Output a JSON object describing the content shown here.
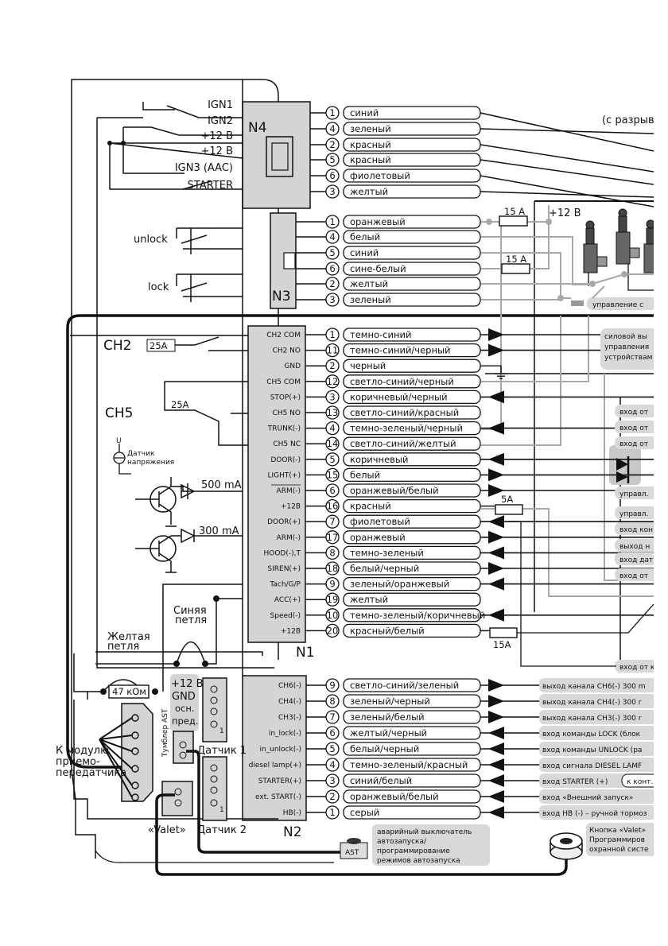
{
  "colors": {
    "block": "#d4d4d4",
    "wire": "#111111",
    "grey_wire": "#a8a8a8",
    "label_bg": "#d8d8d8"
  },
  "top_note": "(с разрыв",
  "n4": {
    "name": "N4",
    "left_labels": [
      "IGN1",
      "IGN2",
      "+12 B",
      "+12 B",
      "IGN3 (AAC)",
      "STARTER"
    ],
    "pins": [
      {
        "num": "1",
        "color": "синий"
      },
      {
        "num": "4",
        "color": "зеленый"
      },
      {
        "num": "2",
        "color": "красный"
      },
      {
        "num": "5",
        "color": "красный"
      },
      {
        "num": "6",
        "color": "фиолетовый"
      },
      {
        "num": "3",
        "color": "желтый"
      }
    ]
  },
  "n3": {
    "name": "N3",
    "left_labels": {
      "unlock": "unlock",
      "lock": "lock"
    },
    "pins": [
      {
        "num": "1",
        "color": "оранжевый"
      },
      {
        "num": "4",
        "color": "белый"
      },
      {
        "num": "5",
        "color": "синий"
      },
      {
        "num": "6",
        "color": "сине-белый"
      },
      {
        "num": "2",
        "color": "желтый"
      },
      {
        "num": "3",
        "color": "зеленый"
      }
    ],
    "fuse1": "15 A",
    "fuse2": "15 A",
    "supply": "+12 B",
    "control_label": "управление с"
  },
  "n1": {
    "name": "N1",
    "ch2": "CH2",
    "ch2_fuse": "25A",
    "ch5": "CH5",
    "ch5_fuse": "25A",
    "voltage_sensor": [
      "Датчик",
      "напряжения"
    ],
    "voltage_sensor_symbol": "U",
    "tr1": "500 mA",
    "tr2": "300 mA",
    "fuse_16": "5A",
    "fuse_20": "15A",
    "pins": [
      {
        "label": "CH2 COM",
        "num": "1",
        "color": "темно-синий",
        "dir": "out"
      },
      {
        "label": "CH2 NO",
        "num": "11",
        "color": "темно-синий/черный",
        "dir": "out"
      },
      {
        "label": "GND",
        "num": "2",
        "color": "черный",
        "dir": "gnd"
      },
      {
        "label": "CH5 COM",
        "num": "12",
        "color": "светло-синий/черный",
        "dir": "none"
      },
      {
        "label": "STOP(+)",
        "num": "3",
        "color": "коричневый/черный",
        "dir": "in"
      },
      {
        "label": "CH5 NO",
        "num": "13",
        "color": "светло-синий/красный",
        "dir": "none"
      },
      {
        "label": "TRUNK(-)",
        "num": "4",
        "color": "темно-зеленый/черный",
        "dir": "in"
      },
      {
        "label": "CH5 NC",
        "num": "14",
        "color": "светло-синий/желтый",
        "dir": "none"
      },
      {
        "label": "DOOR(-)",
        "num": "5",
        "color": "коричневый",
        "dir": "in"
      },
      {
        "label": "LIGHT(+)",
        "num": "15",
        "color": "белый",
        "dir": "out"
      },
      {
        "label": "ARM(-)",
        "num": "6",
        "color": "оранжевый/белый",
        "dir": "out"
      },
      {
        "label": "+12B",
        "num": "16",
        "color": "красный",
        "dir": "fuse"
      },
      {
        "label": "DOOR(+)",
        "num": "7",
        "color": "фиолетовый",
        "dir": "in"
      },
      {
        "label": "ARM(-)",
        "num": "17",
        "color": "оранжевый",
        "dir": "out"
      },
      {
        "label": "HOOD(-),T",
        "num": "8",
        "color": "темно-зеленый",
        "dir": "in"
      },
      {
        "label": "SIREN(+)",
        "num": "18",
        "color": "белый/черный",
        "dir": "out"
      },
      {
        "label": "Tach/G/P",
        "num": "9",
        "color": "зеленый/оранжевый",
        "dir": "in"
      },
      {
        "label": "ACC(+)",
        "num": "19",
        "color": "желтый",
        "dir": "none"
      },
      {
        "label": "Speed(-)",
        "num": "10",
        "color": "темно-зеленый/коричневый",
        "dir": "in"
      },
      {
        "label": "+12B",
        "num": "20",
        "color": "красный/белый",
        "dir": "fuse"
      }
    ],
    "right_labels": {
      "power_out": [
        "силовой вы",
        "управления",
        "устройствам"
      ],
      "stop": "вход от",
      "trunk": "вход от",
      "door": "вход от",
      "arm_n": "управл.",
      "arm": "управл.",
      "door_plus": "вход кон",
      "siren": "выход н",
      "hood": "вход датч",
      "tach": "вход от",
      "speed": "вход от к"
    }
  },
  "n2": {
    "name": "N2",
    "pins": [
      {
        "label": "CH6(-)",
        "num": "9",
        "color": "светло-синий/зеленый",
        "dir": "out",
        "desc": "выход канала CH6(-)  300 m"
      },
      {
        "label": "CH4(-)",
        "num": "8",
        "color": "зеленый/черный",
        "dir": "out",
        "desc": "выход канала CH4(-)  300 r"
      },
      {
        "label": "CH3(-)",
        "num": "7",
        "color": "зеленый/белый",
        "dir": "out",
        "desc": "выход канала CH3(-)  300 r"
      },
      {
        "label": "in_lock(-)",
        "num": "6",
        "color": "желтый/черный",
        "dir": "in",
        "desc": "вход команды LOCK (блок"
      },
      {
        "label": "in_unlock(-)",
        "num": "5",
        "color": "белый/черный",
        "dir": "in",
        "desc": "вход команды UNLOCK (ра"
      },
      {
        "label": "diesel lamp(+)",
        "num": "4",
        "color": "темно-зеленый/красный",
        "dir": "in",
        "desc": "вход сигнала DIESEL LAMF"
      },
      {
        "label": "STARTER(+)",
        "num": "3",
        "color": "синий/белый",
        "dir": "in",
        "desc": "вход STARTER (+)"
      },
      {
        "label": "ext. START(-)",
        "num": "2",
        "color": "оранжевый/белый",
        "dir": "in",
        "desc": "вход «Внешний запуск»"
      },
      {
        "label": "HB(-)",
        "num": "1",
        "color": "серый",
        "dir": "in",
        "desc": "вход HB (-) – ручной тормоз"
      }
    ],
    "starter_note": "к конт."
  },
  "module": {
    "blue_loop": [
      "Синяя",
      "петля"
    ],
    "yellow_loop": [
      "Желтая",
      "петля"
    ],
    "resistor": "47 кОм",
    "power_labels": [
      "+12 B",
      "GND",
      "осн.",
      "пред."
    ],
    "sensor1": "Датчик 1",
    "sensor2": "Датчик 2",
    "sensor_pin": "1",
    "ast_switch": "Тумблер AST",
    "valet": "«Valet»",
    "transceiver": [
      "К модулю",
      "приемо-",
      "передатчика"
    ]
  },
  "ast": {
    "badge": "AST",
    "note": [
      "аварийный выключатель",
      "автозапуска/",
      "программирование",
      "режимов автозапуска"
    ]
  },
  "valet_button": {
    "note": [
      "Кнопка «Valet»",
      "Программиров",
      "охранной систе"
    ]
  }
}
